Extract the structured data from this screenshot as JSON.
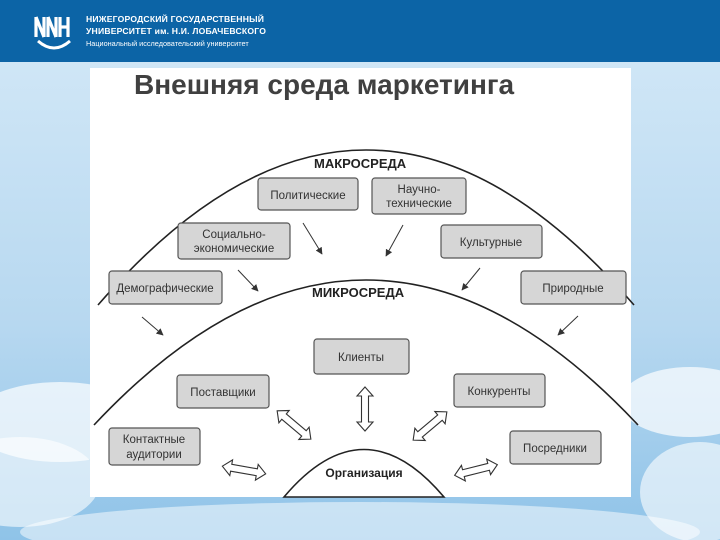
{
  "header": {
    "university_line1": "НИЖЕГОРОДСКИЙ ГОСУДАРСТВЕННЫЙ",
    "university_line2": "УНИВЕРСИТЕТ им. Н.И. ЛОБАЧЕВСКОГО",
    "university_line3": "Национальный исследовательский университет"
  },
  "slide": {
    "title": "Внешняя среда маркетинга"
  },
  "diagram": {
    "macro_label": "МАКРОСРЕДА",
    "micro_label": "МИКРОСРЕДА",
    "organization_label": "Организация",
    "macro_factors": {
      "political": "Политические",
      "scientific_line1": "Научно-",
      "scientific_line2": "технические",
      "socioeconomic_line1": "Социально-",
      "socioeconomic_line2": "экономические",
      "cultural": "Культурные",
      "demographic": "Демографические",
      "natural": "Природные"
    },
    "micro_factors": {
      "clients": "Клиенты",
      "suppliers": "Поставщики",
      "competitors": "Конкуренты",
      "audiences_line1": "Контактные",
      "audiences_line2": "аудитории",
      "intermediaries": "Посредники"
    }
  },
  "colors": {
    "header_bg": "#0c64a6",
    "box_fill": "#d6d6d6",
    "box_stroke": "#555555",
    "title_text": "#404040"
  }
}
